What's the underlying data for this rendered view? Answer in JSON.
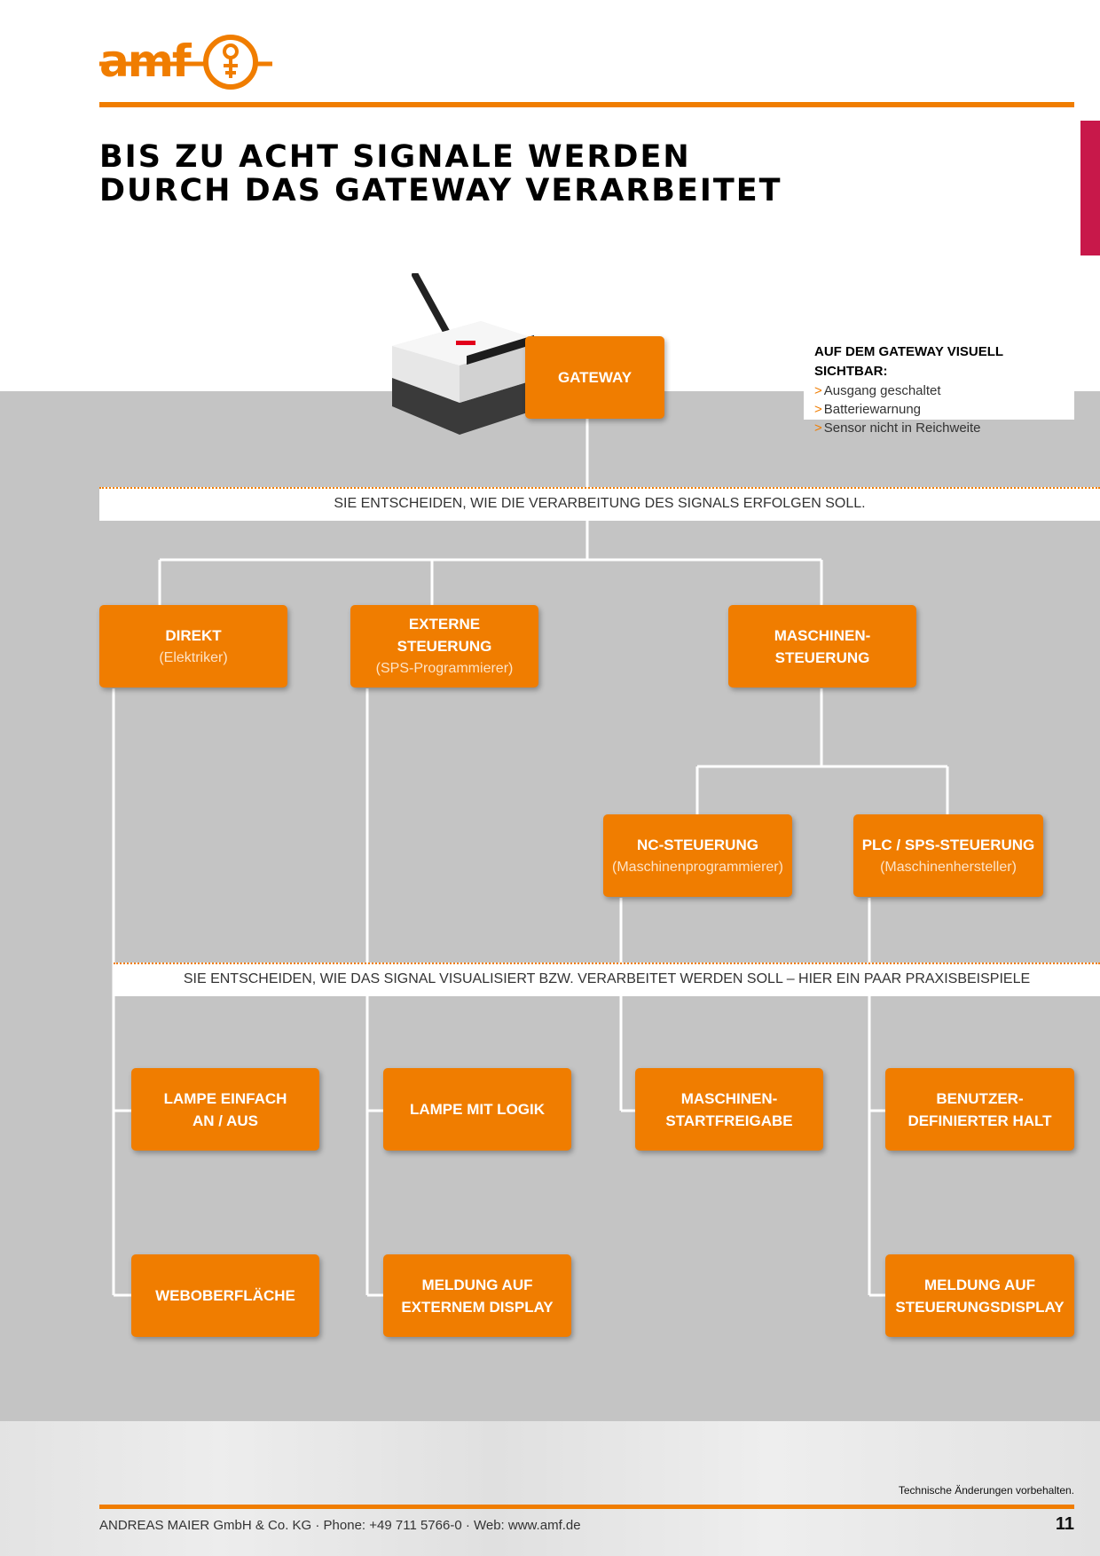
{
  "brand": {
    "logo_text": "amf",
    "accent_color": "#f07d00",
    "tab_color": "#c8184a"
  },
  "headline": {
    "line1": "BIS ZU ACHT SIGNALE WERDEN",
    "line2": "DURCH DAS GATEWAY VERARBEITET"
  },
  "info_panel": {
    "title": "AUF DEM GATEWAY VISUELL SICHTBAR:",
    "items": [
      "Ausgang geschaltet",
      "Batteriewarnung",
      "Sensor nicht in Reichweite"
    ]
  },
  "gateway": {
    "label": "GATEWAY"
  },
  "bands": {
    "first": "SIE ENTSCHEIDEN, WIE DIE VERARBEITUNG DES SIGNALS ERFOLGEN SOLL.",
    "second": "SIE ENTSCHEIDEN, WIE DAS SIGNAL VISUALISIERT BZW. VERARBEITET WERDEN SOLL – HIER EIN PAAR PRAXISBEISPIELE"
  },
  "level1": {
    "direkt": {
      "title": "DIREKT",
      "sub": "(Elektriker)"
    },
    "externe": {
      "title1": "EXTERNE",
      "title2": "STEUERUNG",
      "sub": "(SPS-Programmierer)"
    },
    "maschinen": {
      "title1": "MASCHINEN-",
      "title2": "STEUERUNG"
    }
  },
  "level2": {
    "nc": {
      "title": "NC-STEUERUNG",
      "sub": "(Maschinenprogrammierer)"
    },
    "plc": {
      "title": "PLC / SPS-STEUERUNG",
      "sub": "(Maschinenhersteller)"
    }
  },
  "examples": {
    "lampe_einfach": {
      "line1": "LAMPE EINFACH",
      "line2": "AN / AUS"
    },
    "lampe_logik": {
      "line1": "LAMPE MIT LOGIK"
    },
    "startfreigabe": {
      "line1": "MASCHINEN-",
      "line2": "STARTFREIGABE"
    },
    "halt": {
      "line1": "BENUTZER-",
      "line2": "DEFINIERTER HALT"
    },
    "weboberflaeche": {
      "line1": "WEBOBERFLÄCHE"
    },
    "meldung_extern": {
      "line1": "MELDUNG AUF",
      "line2": "EXTERNEM DISPLAY"
    },
    "meldung_steuerung": {
      "line1": "MELDUNG AUF",
      "line2": "STEUERUNGSDISPLAY"
    }
  },
  "footer": {
    "note": "Technische Änderungen vorbehalten.",
    "company": "ANDREAS MAIER GmbH & Co. KG · Phone: +49 711 5766-0 · Web: www.amf.de",
    "page_number": "11"
  }
}
